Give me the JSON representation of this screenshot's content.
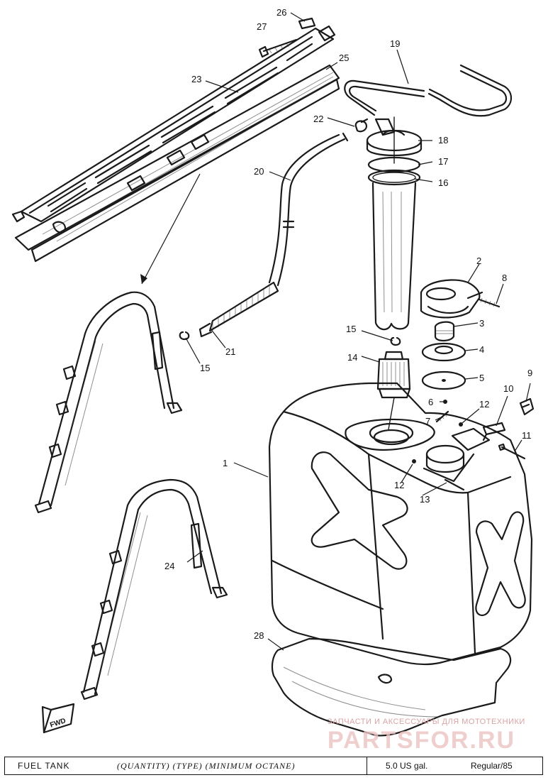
{
  "callouts": {
    "n1": "1",
    "n2": "2",
    "n3": "3",
    "n4": "4",
    "n5": "5",
    "n6": "6",
    "n7": "7",
    "n8": "8",
    "n9": "9",
    "n10": "10",
    "n11": "11",
    "n12a": "12",
    "n12b": "12",
    "n13": "13",
    "n14": "14",
    "n15a": "15",
    "n15b": "15",
    "n16": "16",
    "n17": "17",
    "n18": "18",
    "n19": "19",
    "n20": "20",
    "n21": "21",
    "n22": "22",
    "n23": "23",
    "n24": "24",
    "n25": "25",
    "n26": "26",
    "n27": "27",
    "n28": "28"
  },
  "fwd_label": "FWD",
  "footer": {
    "title": "FUEL TANK",
    "spec_label": "(QUANTITY)  (TYPE)  (MINIMUM OCTANE)",
    "quantity": "5.0 US gal.",
    "type_octane": "Regular/85"
  },
  "watermark": {
    "line1": "ЗАПЧАСТИ И АКСЕССУАРЫ ДЛЯ МОТОТЕХНИКИ",
    "line2": "PARTSFOR.RU"
  }
}
